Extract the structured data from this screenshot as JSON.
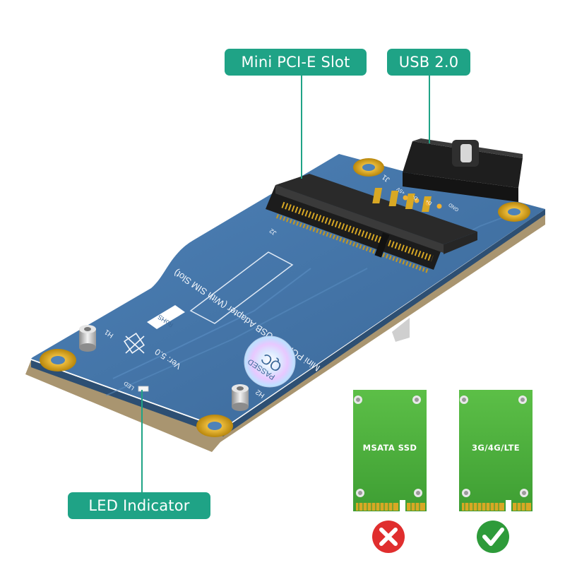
{
  "callouts": {
    "slot": "Mini PCI-E Slot",
    "usb": "USB  2.0",
    "led": "LED Indicator"
  },
  "board": {
    "title": "Mini PCI-E to USB Adapter (With SIM Slot)",
    "version": "Ver: 5.0",
    "qc_line1": "QC",
    "qc_line2": "PASSED",
    "rohs": "RoHS",
    "connector_ref": "J1",
    "slot_ref": "J2",
    "hole_ref_1": "H1",
    "hole_ref_2": "H2",
    "led_ref": "LED",
    "pin_labels": [
      "+5V",
      "D-",
      "D+",
      "GND"
    ]
  },
  "cards": [
    {
      "label": "MSATA  SSD",
      "status": "incompatible",
      "status_color": "#e02e2e"
    },
    {
      "label": "3G/4G/LTE",
      "status": "compatible",
      "status_color": "#2e9b3a"
    }
  ],
  "colors": {
    "callout": "#1fa386",
    "board": "#3f6d9f",
    "card": "#4fb43f",
    "gold": "#d9a520"
  }
}
